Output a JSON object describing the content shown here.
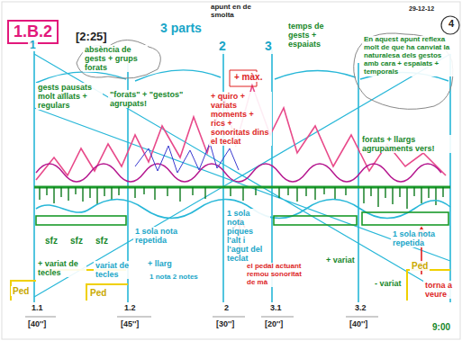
{
  "diagram": {
    "title": "1.B.2",
    "labels": [
      "[2:25]",
      "3 parts",
      "apunt en de smolta",
      "29-12-12",
      "4",
      "1",
      "2",
      "3",
      "absència de gests + grups forats",
      "gests pausats molt aïllats + regulars",
      "\"forats\" + \"gestos\" agrupats!",
      "+ màx.",
      "+ quiro + variats moments + rics + sonoritats dins el teclat",
      "temps de gests + espaiats",
      "En aquest apunt reflexa molt de que ha canviat la naturalesa dels gestos amb cara + espaiats + temporals",
      "forats + llargs agrupaments vers!",
      "sfz",
      "sfz",
      "sfz",
      "1 sola nota repetida",
      "+ variat de tecles",
      "variat de tecles",
      "+ llarg",
      "1 nota 2 notes",
      "1 sola nota piques l'alt i l'agut del teclat",
      "1 sola nota repetida",
      "+ variat",
      "- variat",
      "el pedal actuant remou sonoritat de mà",
      "Ped",
      "Ped",
      "Ped",
      "torna a veure",
      "1.1",
      "[40'']",
      "1.2",
      "[45'']",
      "2",
      "[30'']",
      "3.1",
      "[20'']",
      "3.2",
      "[40'']",
      "9:00"
    ]
  }
}
